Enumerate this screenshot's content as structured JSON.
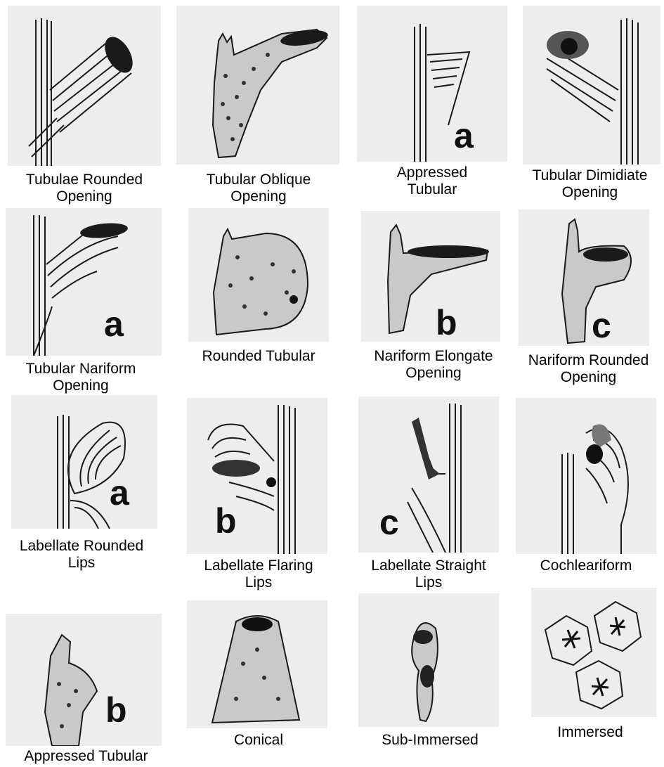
{
  "figure": {
    "background_color": "#ffffff",
    "tile_color": "#ededed",
    "ink_color": "#1a1a1a",
    "panels": [
      {
        "id": "p1",
        "caption_lines": [
          "Tubulae Rounded",
          "Opening"
        ],
        "letter": ""
      },
      {
        "id": "p2",
        "caption_lines": [
          "Tubular Oblique",
          "Opening"
        ],
        "letter": ""
      },
      {
        "id": "p3",
        "caption_lines": [
          "Appressed",
          "Tubular"
        ],
        "letter": "a"
      },
      {
        "id": "p4",
        "caption_lines": [
          "Tubular Dimidiate",
          "Opening"
        ],
        "letter": ""
      },
      {
        "id": "p5",
        "caption_lines": [
          "Tubular Nariform",
          "Opening"
        ],
        "letter": "a"
      },
      {
        "id": "p6",
        "caption_lines": [
          "Rounded Tubular"
        ],
        "letter": ""
      },
      {
        "id": "p7",
        "caption_lines": [
          "Nariform Elongate",
          "Opening"
        ],
        "letter": "b"
      },
      {
        "id": "p8",
        "caption_lines": [
          "Nariform Rounded",
          "Opening"
        ],
        "letter": "c"
      },
      {
        "id": "p9",
        "caption_lines": [
          "Labellate Rounded",
          "Lips"
        ],
        "letter": "a"
      },
      {
        "id": "p10",
        "caption_lines": [
          "Labellate Flaring",
          "Lips"
        ],
        "letter": "b"
      },
      {
        "id": "p11",
        "caption_lines": [
          "Labellate Straight",
          "Lips"
        ],
        "letter": "c"
      },
      {
        "id": "p12",
        "caption_lines": [
          "Cochleariform"
        ],
        "letter": ""
      },
      {
        "id": "p13",
        "caption_lines": [
          "Appressed Tubular"
        ],
        "letter": "b"
      },
      {
        "id": "p14",
        "caption_lines": [
          "Conical"
        ],
        "letter": ""
      },
      {
        "id": "p15",
        "caption_lines": [
          "Sub-Immersed"
        ],
        "letter": ""
      },
      {
        "id": "p16",
        "caption_lines": [
          "Immersed"
        ],
        "letter": ""
      }
    ]
  }
}
